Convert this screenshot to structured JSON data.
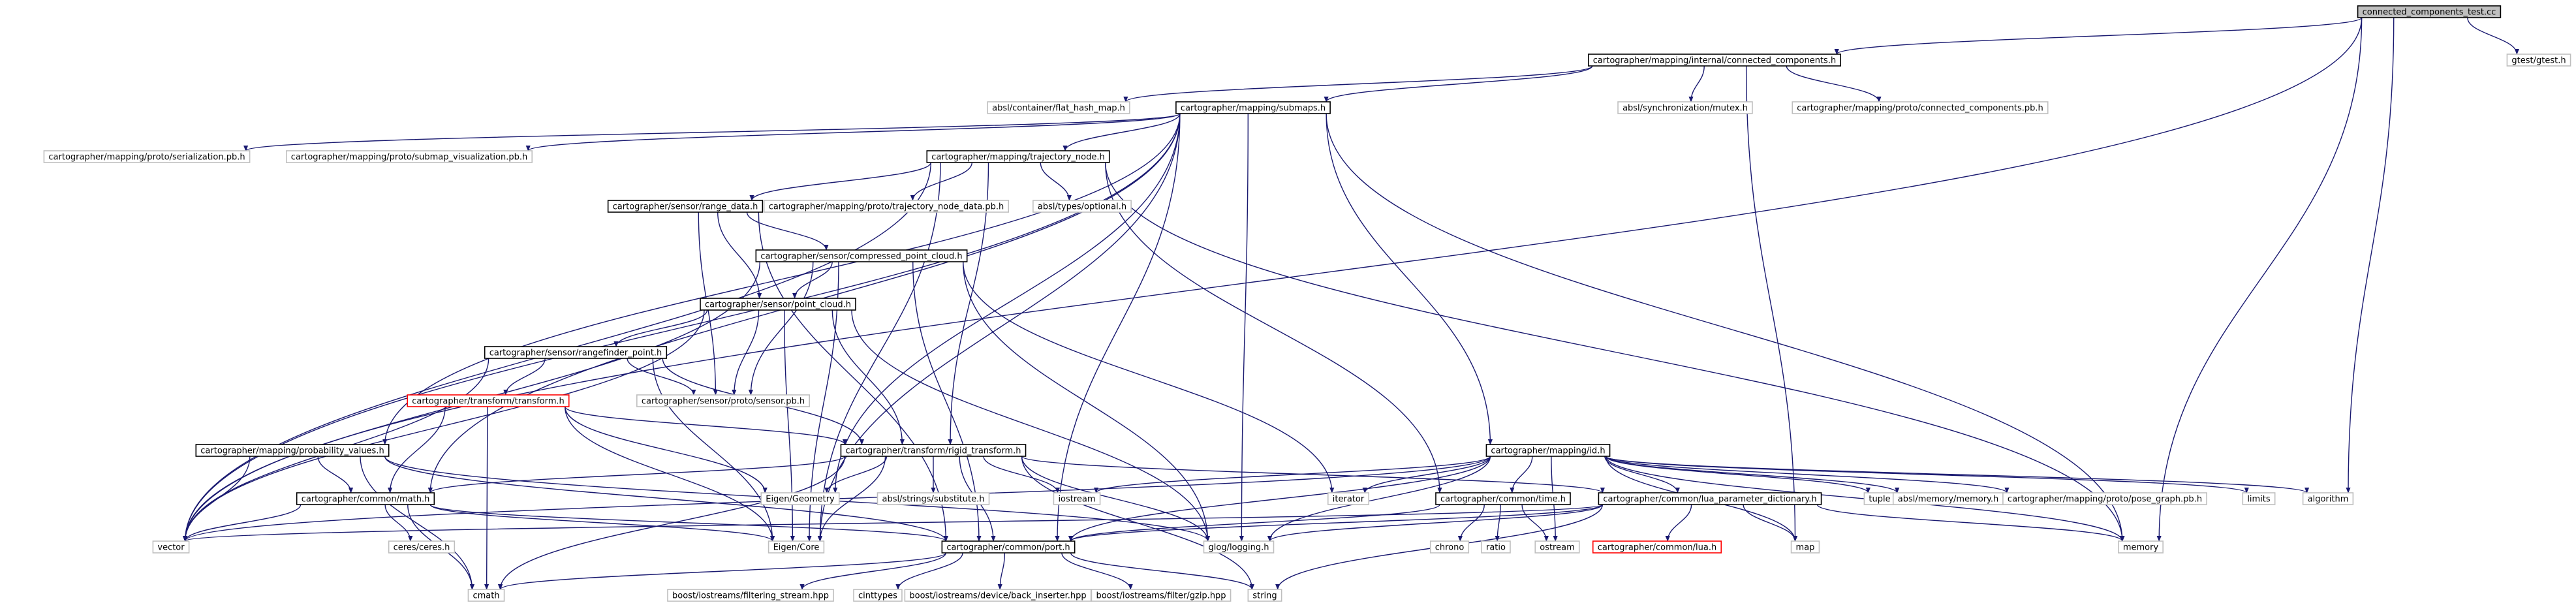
{
  "graph": {
    "nodes": [
      {
        "id": "n0",
        "label": "connected_components_test.cc",
        "style": "root"
      },
      {
        "id": "n1",
        "label": "cartographer/mapping/internal/connected_components.h",
        "style": "normal"
      },
      {
        "id": "n2",
        "label": "gtest/gtest.h",
        "style": "gray"
      },
      {
        "id": "n3",
        "label": "absl/container/flat_hash_map.h",
        "style": "gray"
      },
      {
        "id": "n4",
        "label": "cartographer/mapping/submaps.h",
        "style": "normal"
      },
      {
        "id": "n5",
        "label": "absl/synchronization/mutex.h",
        "style": "gray"
      },
      {
        "id": "n6",
        "label": "cartographer/mapping/proto/connected_components.pb.h",
        "style": "gray"
      },
      {
        "id": "n7",
        "label": "cartographer/mapping/proto/serialization.pb.h",
        "style": "gray"
      },
      {
        "id": "n8",
        "label": "cartographer/mapping/proto/submap_visualization.pb.h",
        "style": "gray"
      },
      {
        "id": "n9",
        "label": "cartographer/mapping/trajectory_node.h",
        "style": "normal"
      },
      {
        "id": "n10",
        "label": "cartographer/sensor/range_data.h",
        "style": "normal"
      },
      {
        "id": "n11",
        "label": "cartographer/mapping/proto/trajectory_node_data.pb.h",
        "style": "gray"
      },
      {
        "id": "n12",
        "label": "absl/types/optional.h",
        "style": "gray"
      },
      {
        "id": "n13",
        "label": "cartographer/sensor/compressed_point_cloud.h",
        "style": "normal"
      },
      {
        "id": "n14",
        "label": "cartographer/sensor/point_cloud.h",
        "style": "normal"
      },
      {
        "id": "n15",
        "label": "cartographer/sensor/rangefinder_point.h",
        "style": "normal"
      },
      {
        "id": "n16",
        "label": "cartographer/sensor/proto/sensor.pb.h",
        "style": "gray"
      },
      {
        "id": "n17",
        "label": "cartographer/transform/transform.h",
        "style": "red"
      },
      {
        "id": "n18",
        "label": "cartographer/mapping/probability_values.h",
        "style": "normal"
      },
      {
        "id": "n19",
        "label": "cartographer/transform/rigid_transform.h",
        "style": "normal"
      },
      {
        "id": "n20",
        "label": "cartographer/mapping/id.h",
        "style": "normal"
      },
      {
        "id": "n21",
        "label": "cartographer/common/math.h",
        "style": "normal"
      },
      {
        "id": "n22",
        "label": "Eigen/Geometry",
        "style": "gray"
      },
      {
        "id": "n23",
        "label": "absl/strings/substitute.h",
        "style": "gray"
      },
      {
        "id": "n24",
        "label": "iostream",
        "style": "gray"
      },
      {
        "id": "n25",
        "label": "iterator",
        "style": "gray"
      },
      {
        "id": "n26",
        "label": "cartographer/common/time.h",
        "style": "normal"
      },
      {
        "id": "n27",
        "label": "cartographer/common/lua_parameter_dictionary.h",
        "style": "normal"
      },
      {
        "id": "n28",
        "label": "tuple",
        "style": "gray"
      },
      {
        "id": "n29",
        "label": "absl/memory/memory.h",
        "style": "gray"
      },
      {
        "id": "n30",
        "label": "cartographer/mapping/proto/pose_graph.pb.h",
        "style": "gray"
      },
      {
        "id": "n31",
        "label": "limits",
        "style": "gray"
      },
      {
        "id": "n32",
        "label": "algorithm",
        "style": "gray"
      },
      {
        "id": "n33",
        "label": "vector",
        "style": "gray"
      },
      {
        "id": "n34",
        "label": "ceres/ceres.h",
        "style": "gray"
      },
      {
        "id": "n35",
        "label": "Eigen/Core",
        "style": "gray"
      },
      {
        "id": "n36",
        "label": "cartographer/common/port.h",
        "style": "normal"
      },
      {
        "id": "n37",
        "label": "glog/logging.h",
        "style": "gray"
      },
      {
        "id": "n38",
        "label": "chrono",
        "style": "gray"
      },
      {
        "id": "n39",
        "label": "ratio",
        "style": "gray"
      },
      {
        "id": "n40",
        "label": "ostream",
        "style": "gray"
      },
      {
        "id": "n41",
        "label": "cartographer/common/lua.h",
        "style": "red"
      },
      {
        "id": "n42",
        "label": "map",
        "style": "gray"
      },
      {
        "id": "n43",
        "label": "memory",
        "style": "gray"
      },
      {
        "id": "n44",
        "label": "cmath",
        "style": "gray"
      },
      {
        "id": "n45",
        "label": "boost/iostreams/filtering_stream.hpp",
        "style": "gray"
      },
      {
        "id": "n46",
        "label": "cinttypes",
        "style": "gray"
      },
      {
        "id": "n47",
        "label": "boost/iostreams/device/back_inserter.hpp",
        "style": "gray"
      },
      {
        "id": "n48",
        "label": "boost/iostreams/filter/gzip.hpp",
        "style": "gray"
      },
      {
        "id": "n49",
        "label": "string",
        "style": "gray"
      }
    ]
  }
}
